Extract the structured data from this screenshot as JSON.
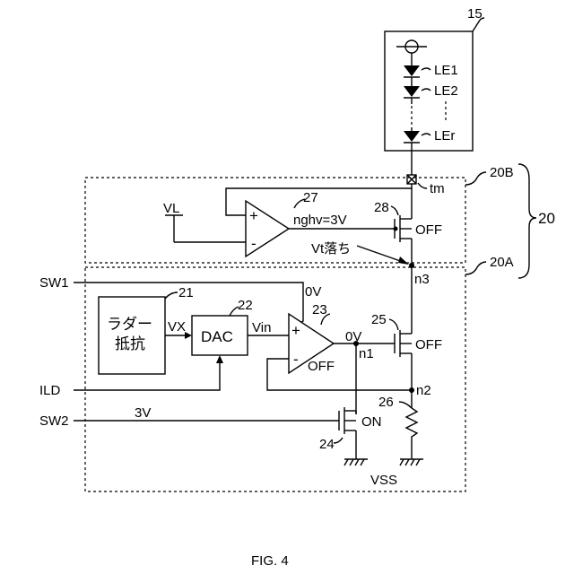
{
  "diagram": {
    "ref_led_module": "15",
    "led_labels": [
      "LE1",
      "LE2",
      "LEr"
    ],
    "terminal_label": "tm",
    "ref_block_b": "20B",
    "ref_block_a": "20A",
    "ref_group": "20",
    "ref_amp27": "27",
    "ref_tr28": "28",
    "vl_label": "VL",
    "nghv_label": "nghv=3V",
    "vt_label": "Vt落ち",
    "tr28_state": "OFF",
    "sw1_label": "SW1",
    "sw1_value": "0V",
    "n3_label": "n3",
    "ref_ladder": "21",
    "ladder_label_1": "ラダー",
    "ladder_label_2": "抵抗",
    "vx_label": "VX",
    "ref_dac": "22",
    "dac_label": "DAC",
    "vin_label": "Vin",
    "ref_amp23": "23",
    "amp23_out_value": "0V",
    "amp23_state": "OFF",
    "ref_tr25": "25",
    "tr25_state": "OFF",
    "n1_label": "n1",
    "n2_label": "n2",
    "ild_label": "ILD",
    "ref_res26": "26",
    "sw2_label": "SW2",
    "sw2_value": "3V",
    "tr24_state": "ON",
    "ref_tr24": "24",
    "vss_label": "VSS",
    "plus_sign": "+",
    "minus_sign": "-",
    "caption": "FIG. 4"
  }
}
